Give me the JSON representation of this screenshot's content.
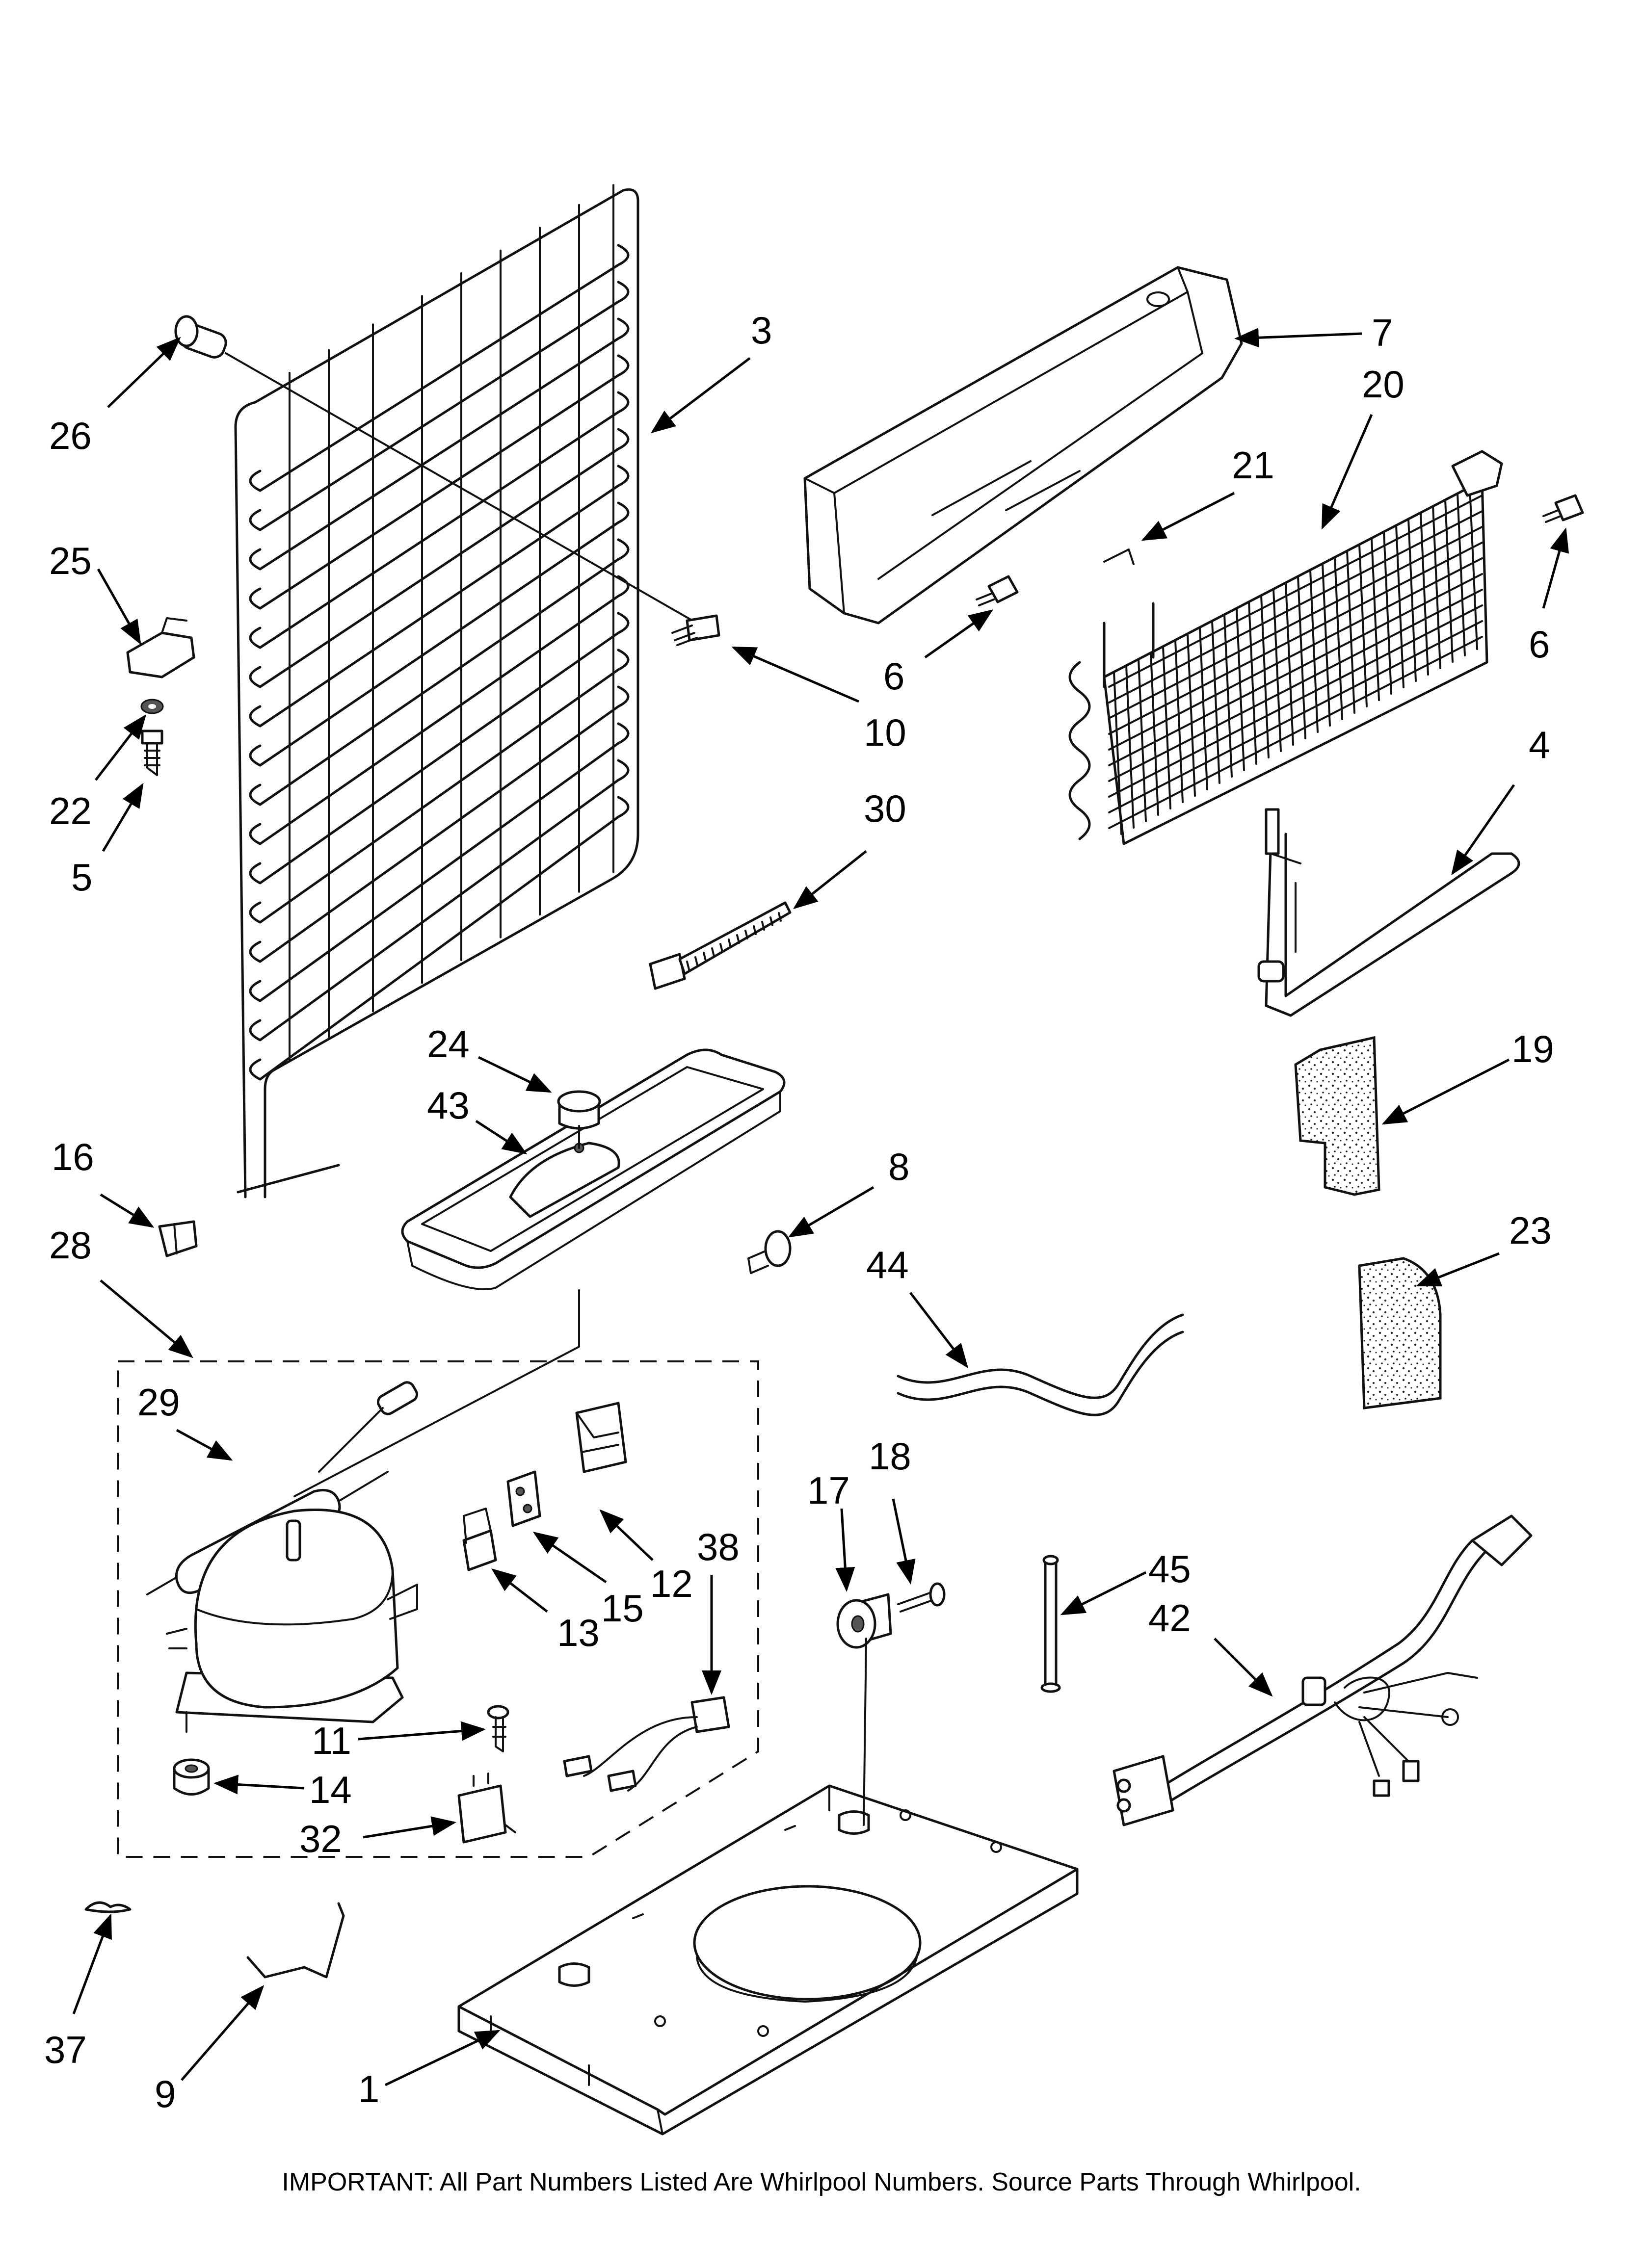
{
  "diagram": {
    "footnote": "IMPORTANT: All Part Numbers Listed Are Whirlpool Numbers. Source Parts Through Whirlpool.",
    "callouts": [
      "3",
      "26",
      "25",
      "22",
      "5",
      "10",
      "7",
      "20",
      "21",
      "6",
      "6",
      "4",
      "30",
      "24",
      "43",
      "19",
      "16",
      "8",
      "28",
      "23",
      "44",
      "29",
      "12",
      "38",
      "15",
      "13",
      "11",
      "14",
      "32",
      "17",
      "18",
      "45",
      "42",
      "37",
      "9",
      "1"
    ]
  }
}
